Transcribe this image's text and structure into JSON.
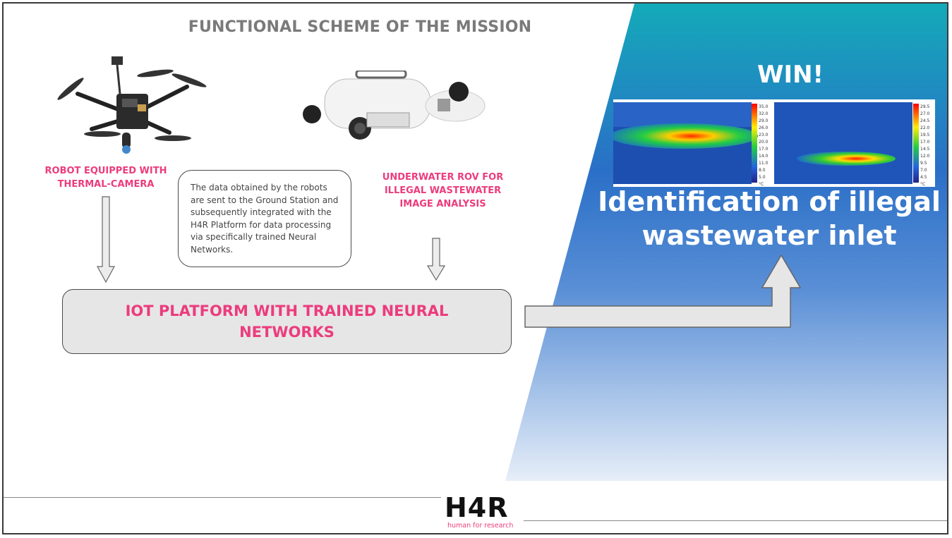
{
  "title": "FUNCTIONAL SCHEME OF THE MISSION",
  "robot_label": "ROBOT EQUIPPED WITH\nTHERMAL-CAMERA",
  "rov_label": "UNDERWATER ROV FOR\nILLEGAL WASTEWATER\nIMAGE ANALYSIS",
  "info_text": "The data obtained by the robots are sent to the Ground Station and subsequently integrated with the H4R Platform for data processing via specifically trained Neural Networks.",
  "iot_box_text": "IOT PLATFORM WITH TRAINED NEURAL NETWORKS",
  "win_text": "WIN!",
  "identification_text": "Identification of illegal\nwastewater inlet",
  "logo": {
    "mark": "H4R",
    "tagline": "human for research"
  },
  "thermal_scale_left": [
    "35.0",
    "32.0",
    "29.0",
    "26.0",
    "23.0",
    "20.0",
    "17.0",
    "14.0",
    "11.0",
    "8.0",
    "5.0",
    "°C"
  ],
  "thermal_scale_right": [
    "29.5",
    "27.0",
    "24.5",
    "22.0",
    "19.5",
    "17.0",
    "14.5",
    "12.0",
    "9.5",
    "7.0",
    "4.5",
    "°C"
  ],
  "colors": {
    "accent_pink": "#ec3c7c",
    "title_gray": "#7a7a7a",
    "panel_blue_top": "#14aab9",
    "panel_blue_mid": "#2a6fc7",
    "panel_blue_bottom": "#e6eef8",
    "iot_box_fill": "#e6e6e6"
  }
}
